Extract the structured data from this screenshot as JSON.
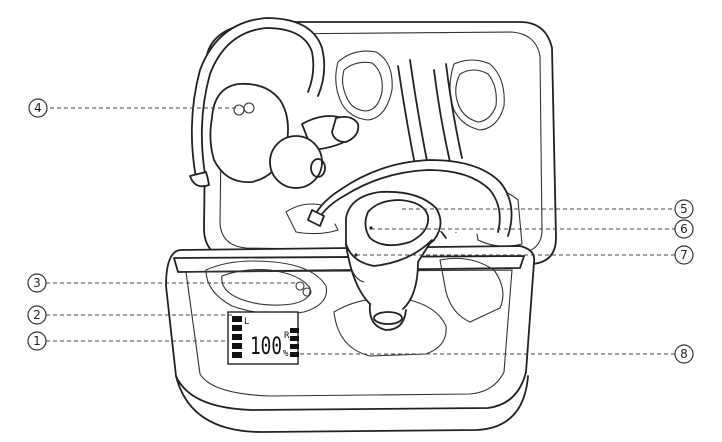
{
  "callouts": [
    {
      "number": "1"
    },
    {
      "number": "2"
    },
    {
      "number": "3"
    },
    {
      "number": "4"
    },
    {
      "number": "5"
    },
    {
      "number": "6"
    },
    {
      "number": "7"
    },
    {
      "number": "8"
    }
  ],
  "display": {
    "left_label": "L",
    "right_label": "R",
    "value": "100",
    "unit": "%"
  }
}
